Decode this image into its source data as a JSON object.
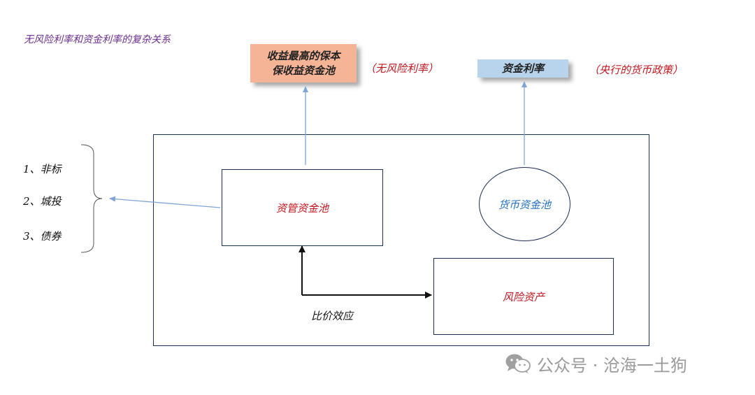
{
  "title": "无风险利率和资金利率的复杂关系",
  "top_boxes": {
    "risk_free_pool": "收益最高的保本\n保收益资金池",
    "fund_rate": "资金利率"
  },
  "notes": {
    "risk_free_rate": "（无风险利率）",
    "central_bank_policy": "（央行的货币政策）"
  },
  "pools": {
    "asset_management": "资管资金池",
    "monetary": "货币资金池",
    "risk_assets": "风险资产"
  },
  "ratio_effect": "比价效应",
  "asset_list": [
    "1、非标",
    "2、城投",
    "3、债券"
  ],
  "watermark": {
    "text": "公众号 · 沧海一土狗",
    "icon": "wechat-icon"
  },
  "colors": {
    "title": "#6a2c8e",
    "red_text": "#c0141c",
    "blue_text": "#1f6fc0",
    "orange_box": "#f6b497",
    "blue_box": "#b8d4ec",
    "frame": "#1c2f55",
    "arrow_blue": "#7fa6d6"
  }
}
